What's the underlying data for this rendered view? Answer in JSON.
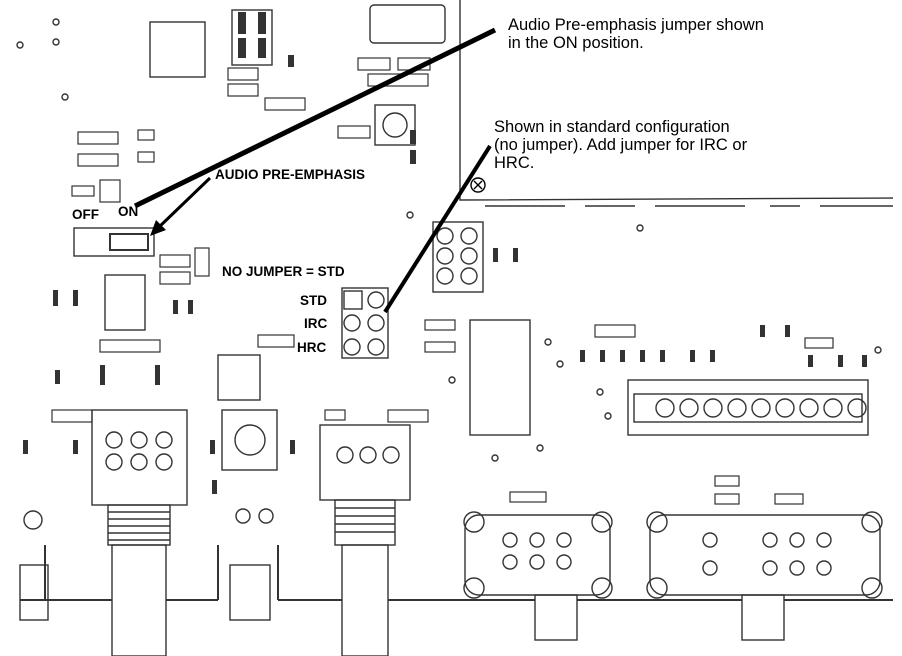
{
  "callouts": {
    "pre_emphasis_note": "Audio Pre-emphasis jumper shown\nin the ON position.",
    "standard_config_note": "Shown in standard configuration\n(no jumper). Add jumper for IRC or\nHRC."
  },
  "board_labels": {
    "audio_pre_emphasis": "AUDIO PRE-EMPHASIS",
    "off": "OFF",
    "on": "ON",
    "no_jumper_std": "NO JUMPER = STD",
    "std": "STD",
    "irc": "IRC",
    "hrc": "HRC"
  },
  "colors": {
    "ink": "#000000",
    "trace": "#333333",
    "background": "#ffffff"
  }
}
